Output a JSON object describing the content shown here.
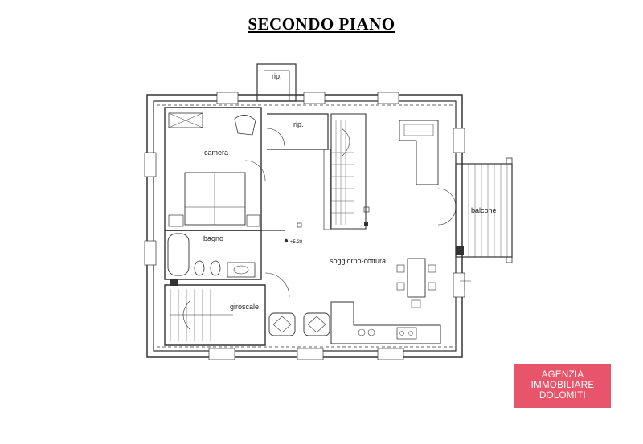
{
  "title": "SECONDO PIANO",
  "rooms": {
    "rip_top": "rip.",
    "rip": "rip.",
    "camera": "camera",
    "bagno": "bagno",
    "soggiorno": "soggiorno-cottura",
    "giroscale": "giroscale",
    "balcone": "balcone",
    "height": "+5.28"
  },
  "logo": {
    "line1": "AGENZIA",
    "line2": "IMMOBILIARE",
    "line3": "DOLOMITI",
    "color": "#e8556a"
  }
}
